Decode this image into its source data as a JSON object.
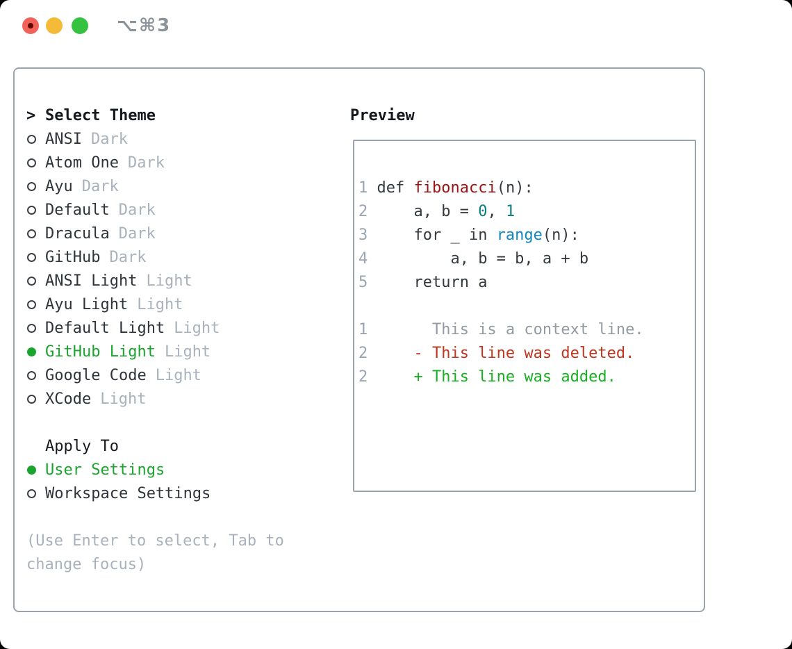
{
  "titlebar": {
    "title": "⌥⌘3"
  },
  "panel": {
    "theme_menu": {
      "prompt": ">",
      "header": "Select Theme",
      "items": [
        {
          "label": "ANSI",
          "tag": "Dark",
          "selected": false
        },
        {
          "label": "Atom One",
          "tag": "Dark",
          "selected": false
        },
        {
          "label": "Ayu",
          "tag": "Dark",
          "selected": false
        },
        {
          "label": "Default",
          "tag": "Dark",
          "selected": false
        },
        {
          "label": "Dracula",
          "tag": "Dark",
          "selected": false
        },
        {
          "label": "GitHub",
          "tag": "Dark",
          "selected": false
        },
        {
          "label": "ANSI Light",
          "tag": "Light",
          "selected": false
        },
        {
          "label": "Ayu Light",
          "tag": "Light",
          "selected": false
        },
        {
          "label": "Default Light",
          "tag": "Light",
          "selected": false
        },
        {
          "label": "GitHub Light",
          "tag": "Light",
          "selected": true
        },
        {
          "label": "Google Code",
          "tag": "Light",
          "selected": false
        },
        {
          "label": "XCode",
          "tag": "Light",
          "selected": false
        }
      ]
    },
    "apply_to": {
      "header": "Apply To",
      "options": [
        {
          "label": "User Settings",
          "selected": true
        },
        {
          "label": "Workspace Settings",
          "selected": false
        }
      ]
    },
    "hint_lines": [
      "(Use Enter to select, Tab to",
      "change focus)"
    ],
    "preview": {
      "header": "Preview",
      "lines": [
        {
          "gutter": "1",
          "segments": [
            {
              "t": " def ",
              "c": "plain"
            },
            {
              "t": "fibonacci",
              "c": "fn"
            },
            {
              "t": "(n):",
              "c": "plain"
            }
          ]
        },
        {
          "gutter": "2",
          "segments": [
            {
              "t": "     a, b = ",
              "c": "plain"
            },
            {
              "t": "0",
              "c": "num"
            },
            {
              "t": ", ",
              "c": "plain"
            },
            {
              "t": "1",
              "c": "num"
            }
          ]
        },
        {
          "gutter": "3",
          "segments": [
            {
              "t": "     for _ in ",
              "c": "plain"
            },
            {
              "t": "range",
              "c": "builtin"
            },
            {
              "t": "(n):",
              "c": "plain"
            }
          ]
        },
        {
          "gutter": "4",
          "segments": [
            {
              "t": "         a, b = b, a + b",
              "c": "plain"
            }
          ]
        },
        {
          "gutter": "5",
          "segments": [
            {
              "t": "     return a",
              "c": "plain"
            }
          ]
        },
        {
          "gutter": "",
          "segments": []
        },
        {
          "gutter": "1",
          "segments": [
            {
              "t": "       This is a context line.",
              "c": "ctx"
            }
          ]
        },
        {
          "gutter": "2",
          "segments": [
            {
              "t": "     - This line was deleted.",
              "c": "del"
            }
          ]
        },
        {
          "gutter": "2",
          "segments": [
            {
              "t": "     + This line was added.",
              "c": "add"
            }
          ]
        }
      ]
    }
  },
  "colors": {
    "accent-green": "#1aa52e",
    "btn-red": "#f16258",
    "btn-red-dot": "#600a02",
    "btn-yellow": "#f5bb38",
    "btn-green": "#35c33f",
    "title-gray": "#8b929a",
    "border": "#9aa3ad",
    "text-strong": "#15191d",
    "text-dark": "#2e343a",
    "muted": "#a9b2bc",
    "radio-ring": "#3c4248",
    "gutter": "#9aa4b2",
    "code-plain": "#33393f",
    "code-fn": "#9e1410",
    "code-num": "#0b7d82",
    "code-builtin": "#0d87c3",
    "code-ctx": "#939aa2",
    "code-del": "#c2341e",
    "code-add": "#17b021"
  }
}
